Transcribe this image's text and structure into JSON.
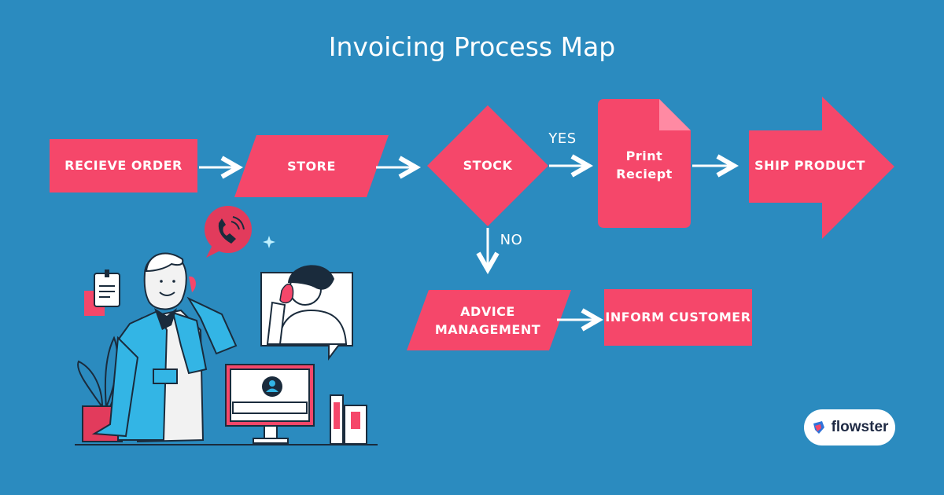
{
  "title": "Invoicing Process Map",
  "colors": {
    "background": "#2b8bbf",
    "node": "#f5476a",
    "arrow": "#ffffff",
    "person_shirt": "#33b5e5"
  },
  "nodes": {
    "receive_order": "RECIEVE ORDER",
    "store": "STORE",
    "stock": "STOCK",
    "print_receipt": "Print\nReciept",
    "ship_product": "SHIP PRODUCT",
    "advice_management": "ADVICE\nMANAGEMENT",
    "inform_customer": "INFORM CUSTOMER"
  },
  "edges": {
    "yes_label": "YES",
    "no_label": "NO"
  },
  "brand": {
    "name": "flowster",
    "icon": "flowster-logo-icon"
  },
  "illustration": {
    "icons": [
      "phone-call-icon",
      "sparkle-icon",
      "id-badge-icon",
      "user-profile-icon",
      "plant-icon"
    ]
  }
}
